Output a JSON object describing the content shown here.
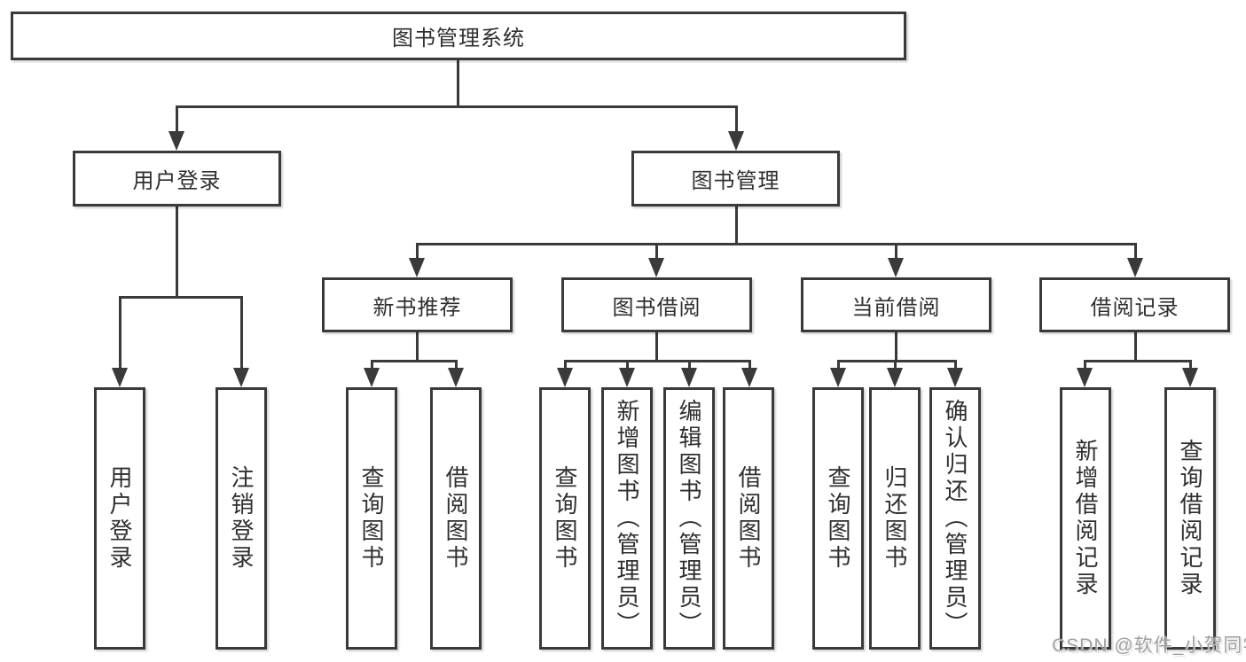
{
  "tree": {
    "root": {
      "label": "图书管理系统"
    },
    "children": [
      {
        "label": "用户登录",
        "children": [
          {
            "label": "用户登录"
          },
          {
            "label": "注销登录"
          }
        ]
      },
      {
        "label": "图书管理",
        "children": [
          {
            "label": "新书推荐",
            "children": [
              {
                "label": "查询图书"
              },
              {
                "label": "借阅图书"
              }
            ]
          },
          {
            "label": "图书借阅",
            "children": [
              {
                "label": "查询图书"
              },
              {
                "label": "新增图书（管理员）"
              },
              {
                "label": "编辑图书（管理员）"
              },
              {
                "label": "借阅图书"
              }
            ]
          },
          {
            "label": "当前借阅",
            "children": [
              {
                "label": "查询图书"
              },
              {
                "label": "归还图书"
              },
              {
                "label": "确认归还（管理员）"
              }
            ]
          },
          {
            "label": "借阅记录",
            "children": [
              {
                "label": "新增借阅记录"
              },
              {
                "label": "查询借阅记录"
              }
            ]
          }
        ]
      }
    ]
  },
  "watermark": {
    "text": "CSDN @软件_小贺同学"
  },
  "colors": {
    "line": "#3a3a3a",
    "box_border": "#3a3a3a",
    "box_fill": "#ffffff",
    "text": "#2f2f2f",
    "watermark": "#a0a0a0",
    "background": "#ffffff"
  }
}
